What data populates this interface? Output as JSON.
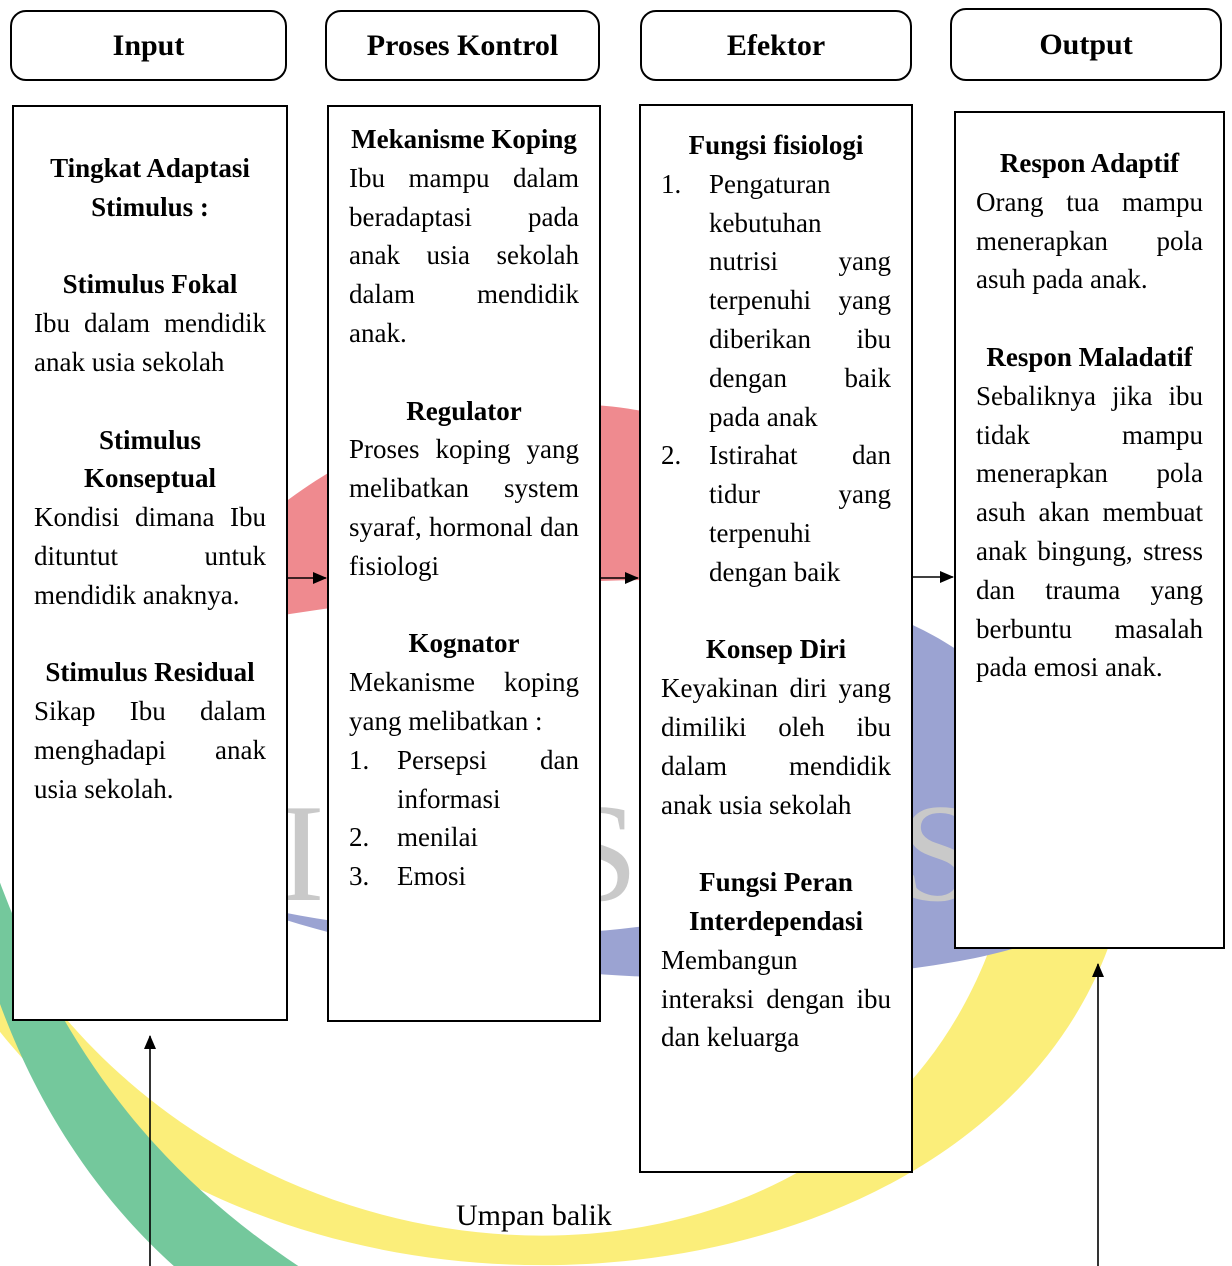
{
  "headers": {
    "input": "Input",
    "proses_kontrol": "Proses Kontrol",
    "efektor": "Efektor",
    "output": "Output"
  },
  "input_box": {
    "title": "Tingkat Adaptasi Stimulus :",
    "fokal_title": "Stimulus Fokal",
    "fokal_text": "Ibu dalam mendidik anak usia sekolah",
    "konseptual_title": "Stimulus Konseptual",
    "konseptual_text": "Kondisi dimana Ibu dituntut untuk mendidik anaknya.",
    "residual_title": "Stimulus Residual",
    "residual_text": "Sikap Ibu dalam menghadapi anak usia sekolah."
  },
  "proses_box": {
    "koping_title": "Mekanisme Koping",
    "koping_text": "Ibu mampu dalam beradaptasi pada anak usia sekolah dalam mendidik anak.",
    "regulator_title": "Regulator",
    "regulator_text": "Proses koping yang melibatkan system syaraf, hormonal dan fisiologi",
    "kognator_title": "Kognator",
    "kognator_text": "Mekanisme koping yang melibatkan :",
    "kognator_items": [
      {
        "num": "1.",
        "text": "Persepsi dan informasi"
      },
      {
        "num": "2.",
        "text": "menilai"
      },
      {
        "num": "3.",
        "text": "Emosi"
      }
    ]
  },
  "efektor_box": {
    "fisiologi_title": "Fungsi fisiologi",
    "fisiologi_items": [
      {
        "num": "1.",
        "text": "Pengaturan kebutuhan nutrisi yang terpenuhi yang diberikan ibu dengan baik pada anak"
      },
      {
        "num": "2.",
        "text": "Istirahat dan tidur yang terpenuhi dengan baik"
      }
    ],
    "konsep_title": "Konsep Diri",
    "konsep_text": "Keyakinan diri yang dimiliki oleh ibu dalam mendidik anak usia sekolah",
    "peran_title": "Fungsi Peran Interdependasi",
    "peran_text": "Membangun interaksi dengan ibu dan keluarga"
  },
  "output_box": {
    "adaptif_title": "Respon Adaptif",
    "adaptif_text": "Orang tua mampu menerapkan pola asuh pada anak.",
    "maladatif_title": "Respon Maladatif",
    "maladatif_text": "Sebaliknya jika ibu tidak mampu menerapkan pola asuh akan membuat anak bingung, stress dan trauma yang berbuntu masalah pada emosi anak."
  },
  "feedback_label": "Umpan balik",
  "watermark": {
    "colors": {
      "red": "#ef8a8f",
      "blue": "#9ba3d2",
      "green": "#74c89c",
      "yellow": "#fbee7a"
    },
    "letters": [
      "I",
      "S",
      "S"
    ]
  }
}
